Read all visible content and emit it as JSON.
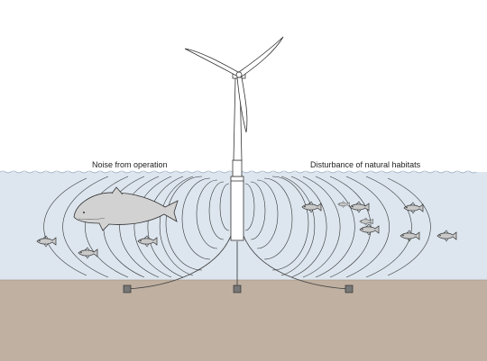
{
  "labels": {
    "noise": "Noise from operation",
    "disturbance": "Disturbance of natural habitats"
  },
  "colors": {
    "sky": "#ffffff",
    "water": "#dde6ef",
    "seabed": "#bfb0a1",
    "fish": "#c9c9c9",
    "dolphin": "#d2d2d2",
    "anchor": "#777777",
    "line": "#333333"
  },
  "icons": {
    "turbine": "wind-turbine",
    "marine_mammal": "porpoise",
    "fish": "fish",
    "anchor": "seabed-anchor"
  },
  "fish_count": 11,
  "anchor_count": 3
}
